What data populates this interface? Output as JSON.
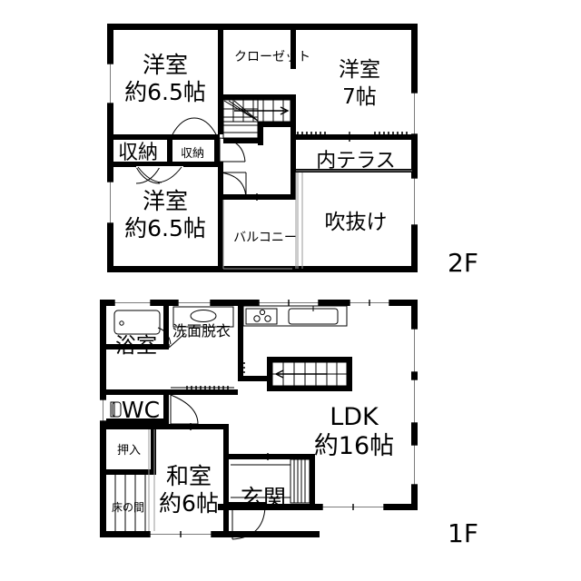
{
  "document": {
    "kind": "residential-floor-plan",
    "floors": [
      {
        "id": "2F",
        "badge": "2F",
        "rooms": [
          {
            "key": "western_room_a",
            "line1": "洋室",
            "line2": "約6.5帖"
          },
          {
            "key": "closet_label",
            "line1": "クローゼット",
            "line2": ""
          },
          {
            "key": "western_room_b",
            "line1": "洋室",
            "line2": "7帖"
          },
          {
            "key": "storage_big",
            "line1": "収納",
            "line2": ""
          },
          {
            "key": "storage_small",
            "line1": "収納",
            "line2": ""
          },
          {
            "key": "inner_terrace",
            "line1": "内テラス",
            "line2": ""
          },
          {
            "key": "western_room_c",
            "line1": "洋室",
            "line2": "約6.5帖"
          },
          {
            "key": "balcony",
            "line1": "バルコニー",
            "line2": ""
          },
          {
            "key": "void",
            "line1": "吹抜け",
            "line2": ""
          }
        ]
      },
      {
        "id": "1F",
        "badge": "1F",
        "rooms": [
          {
            "key": "bath",
            "line1": "浴室",
            "line2": ""
          },
          {
            "key": "washroom",
            "line1": "洗面脱衣",
            "line2": ""
          },
          {
            "key": "toilet",
            "line1": "WC",
            "line2": ""
          },
          {
            "key": "oshiire",
            "line1": "押入",
            "line2": ""
          },
          {
            "key": "tokonoma",
            "line1": "床の間",
            "line2": ""
          },
          {
            "key": "japanese_room",
            "line1": "和室",
            "line2": "約6帖"
          },
          {
            "key": "entrance",
            "line1": "玄関",
            "line2": ""
          },
          {
            "key": "ldk",
            "line1": "LDK",
            "line2": "約16帖"
          }
        ]
      }
    ]
  },
  "labels": {
    "f2": {
      "western_room_a_1": "洋室",
      "western_room_a_2": "約6.5帖",
      "closet": "クローゼット",
      "western_room_b_1": "洋室",
      "western_room_b_2": "7帖",
      "storage_big": "収納",
      "storage_small": "収納",
      "inner_terrace": "内テラス",
      "western_room_c_1": "洋室",
      "western_room_c_2": "約6.5帖",
      "balcony": "バルコニー",
      "void": "吹抜け",
      "badge": "2F"
    },
    "f1": {
      "bath": "浴室",
      "washroom": "洗面脱衣",
      "toilet": "WC",
      "oshiire": "押入",
      "tokonoma": "床の間",
      "japanese_room_1": "和室",
      "japanese_room_2": "約6帖",
      "entrance": "玄関",
      "ldk_1": "LDK",
      "ldk_2": "約16帖",
      "badge": "1F"
    }
  },
  "fixtures": {
    "bathtub": "bathtub-icon",
    "washbasin": "washbasin-icon",
    "stove": "stove-icon",
    "sink": "kitchen-sink-icon",
    "toilet_bowl": "toilet-icon",
    "stair_up_arrow": "stair-direction-arrow",
    "shoe_cabinet": "shoe-cabinet-icon"
  },
  "colors": {
    "wall": "#000000",
    "thin_wall": "#000000",
    "glazing": "#7c7c7c",
    "background": "#ffffff"
  }
}
